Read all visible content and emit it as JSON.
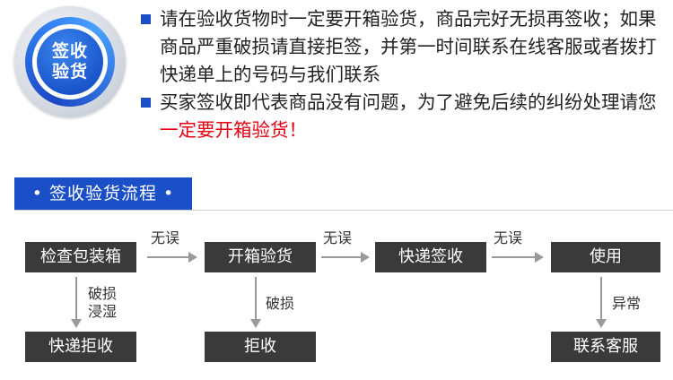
{
  "badge": {
    "line1": "签收",
    "line2": "验货"
  },
  "notes": [
    {
      "text": "请在验收货物时一定要开箱验货，商品完好无损再签收；如果商品严重破损请直接拒签，并第一时间联系在线客服或者拨打快递单上的号码与我们联系"
    },
    {
      "text": "买家签收即代表商品没有问题，为了避免后续的纠纷处理请您",
      "highlight": "一定要开箱验货！"
    }
  ],
  "section_title": "• 签收验货流程 •",
  "flow": {
    "steps": [
      "检查包装箱",
      "开箱验货",
      "快递签收",
      "使用"
    ],
    "outcomes": [
      "快递拒收",
      "拒收",
      "联系客服"
    ],
    "arrow_labels": {
      "ok1": "无误",
      "ok2": "无误",
      "ok3": "无误",
      "damage1": "破损\n浸湿",
      "damage2": "破损",
      "abnormal": "异常"
    }
  },
  "colors": {
    "accent": "#1a4fc8",
    "highlight": "#e60012",
    "box": "#3a3a3a",
    "arrow": "#9a9a9a"
  }
}
